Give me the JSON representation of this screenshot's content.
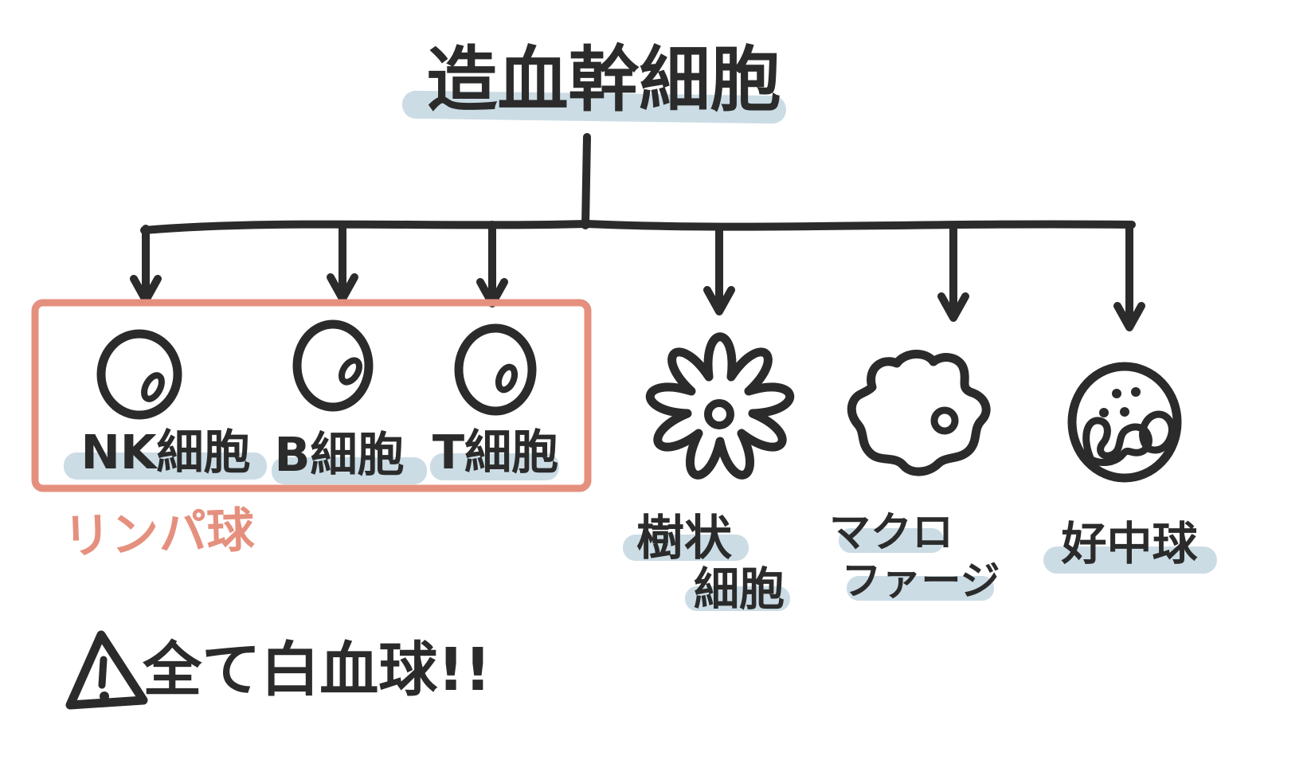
{
  "diagram": {
    "root": {
      "label": "造血幹細胞"
    },
    "lymphocyte_group": {
      "group_label": "リンパ球",
      "cells": [
        {
          "label": "NK細胞"
        },
        {
          "label": "B細胞"
        },
        {
          "label": "T細胞"
        }
      ]
    },
    "other_cells": [
      {
        "label_line1": "樹状",
        "label_line2": "細胞"
      },
      {
        "label_line1": "マクロ",
        "label_line2": "ファージ"
      },
      {
        "label": "好中球"
      }
    ],
    "note": {
      "text": "全て白血球!!"
    },
    "colors": {
      "ink": "#2b2b2b",
      "group_box": "#e5907e",
      "group_label_text": "#e5907e",
      "text_highlight": "#bdd2de"
    }
  }
}
